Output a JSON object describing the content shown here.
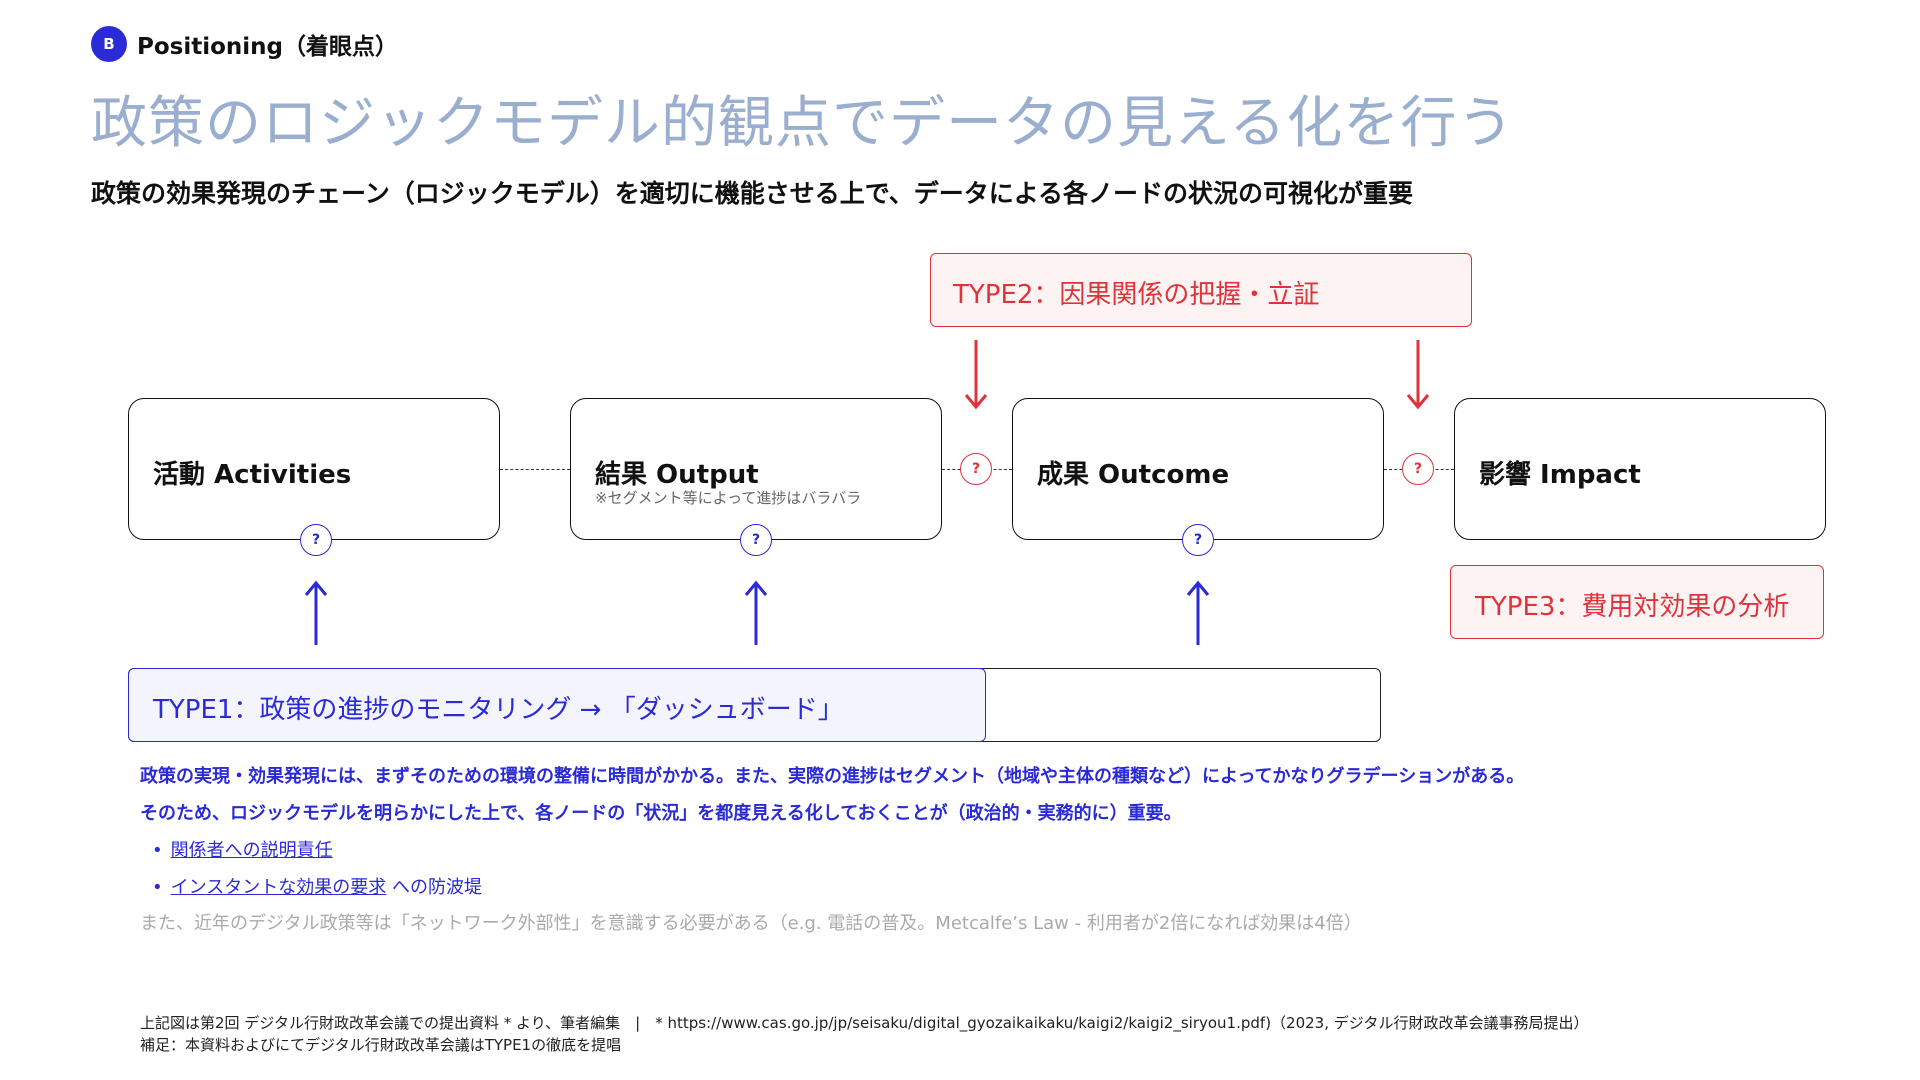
{
  "header": {
    "badge": "B",
    "label": "Positioning（着眼点）",
    "title": "政策のロジックモデル的観点でデータの見える化を行う",
    "subtitle": "政策の効果発現のチェーン（ロジックモデル）を適切に機能させる上で、データによる各ノードの状況の可視化が重要"
  },
  "diagram": {
    "nodes": [
      {
        "label": "活動 Activities",
        "note": ""
      },
      {
        "label": "結果 Output",
        "note": "※セグメント等によって進捗はバラバラ"
      },
      {
        "label": "成果 Outcome",
        "note": ""
      },
      {
        "label": "影響 Impact",
        "note": ""
      }
    ],
    "question_mark": "?",
    "type1": "TYPE1：政策の進捗のモニタリング → 「ダッシュボード」",
    "type2": "TYPE2：因果関係の把握・立証",
    "type3": "TYPE3：費用対効果の分析",
    "colors": {
      "blue": "#2a2ad6",
      "red": "#e0323a",
      "title": "#9aaed0"
    }
  },
  "body": {
    "line1": "政策の実現・効果発現には、まずそのための環境の整備に時間がかかる。また、実際の進捗はセグメント（地域や主体の種類など）によってかなりグラデーションがある。",
    "line2": "そのため、ロジックモデルを明らかにした上で、各ノードの「状況」を都度見える化しておくことが（政治的・実務的に）重要。",
    "bullets": [
      {
        "link": "関係者への説明責任",
        "rest": ""
      },
      {
        "link": "インスタントな効果の要求",
        "rest": " への防波堤"
      }
    ],
    "bullet_mark": "•",
    "note": "また、近年のデジタル政策等は「ネットワーク外部性」を意識する必要がある（e.g. 電話の普及。Metcalfe’s Law - 利用者が2倍になれば効果は4倍）"
  },
  "footer": {
    "line1": "上記図は第2回 デジタル行財政改革会議での提出資料 * より、筆者編集　|　* https://www.cas.go.jp/jp/seisaku/digital_gyozaikaikaku/kaigi2/kaigi2_siryou1.pdf)（2023, デジタル行財政改革会議事務局提出）",
    "line2": "補足：本資料およびにてデジタル行財政改革会議はTYPE1の徹底を提唱"
  }
}
